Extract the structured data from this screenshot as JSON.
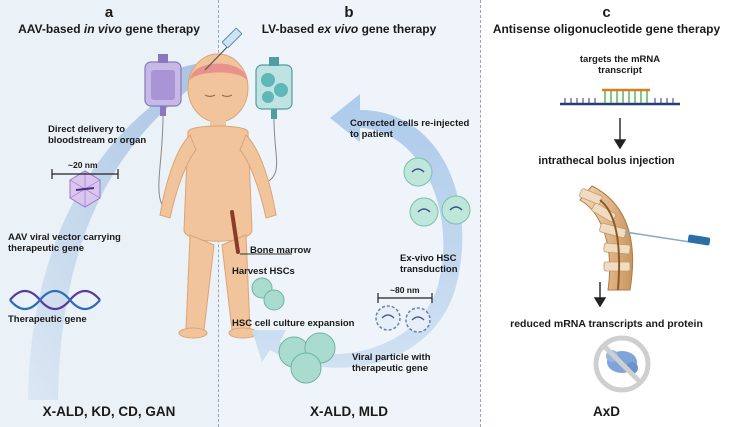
{
  "panel_a": {
    "letter": "a",
    "title_prefix": "AAV-based ",
    "title_em": "in vivo",
    "title_suffix": " gene therapy",
    "delivery_label": "Direct delivery to bloodstream or organ",
    "size_label": "~20 nm",
    "vector_label": "AAV viral vector carrying therapeutic gene",
    "gene_label": "Therapeutic gene",
    "diseases": "X-ALD, KD, CD, GAN"
  },
  "panel_b": {
    "letter": "b",
    "title_prefix": "LV-based ",
    "title_em": "ex vivo",
    "title_suffix": " gene therapy",
    "reinject_label": "Corrected cells re-injected to patient",
    "bone_marrow_label": "Bone marrow",
    "harvest_label": "Harvest HSCs",
    "culture_label": "HSC cell culture expansion",
    "transduction_label": "Ex-vivo HSC transduction",
    "size_label": "~80 nm",
    "viral_particle_label": "Viral particle with therapeutic gene",
    "diseases": "X-ALD, MLD"
  },
  "panel_c": {
    "letter": "c",
    "title": "Antisense oligonucleotide gene therapy",
    "target_label": "targets the mRNA transcript",
    "injection_label": "intrathecal bolus injection",
    "reduced_label": "reduced mRNA transcripts and protein",
    "disease": "AxD"
  },
  "colors": {
    "arrow_blue": "#b7cfe8",
    "dna_purple": "#5b3a9e",
    "dna_blue": "#2a6fb8",
    "aso_orange": "#e07a1f",
    "aso_green": "#4caf50",
    "mrna_navy": "#283c7a",
    "skin": "#f2c49b",
    "cell_teal": "#a9dccf",
    "iv_purple": "#b3a3d8",
    "iv_teal": "#5fb7b7"
  }
}
